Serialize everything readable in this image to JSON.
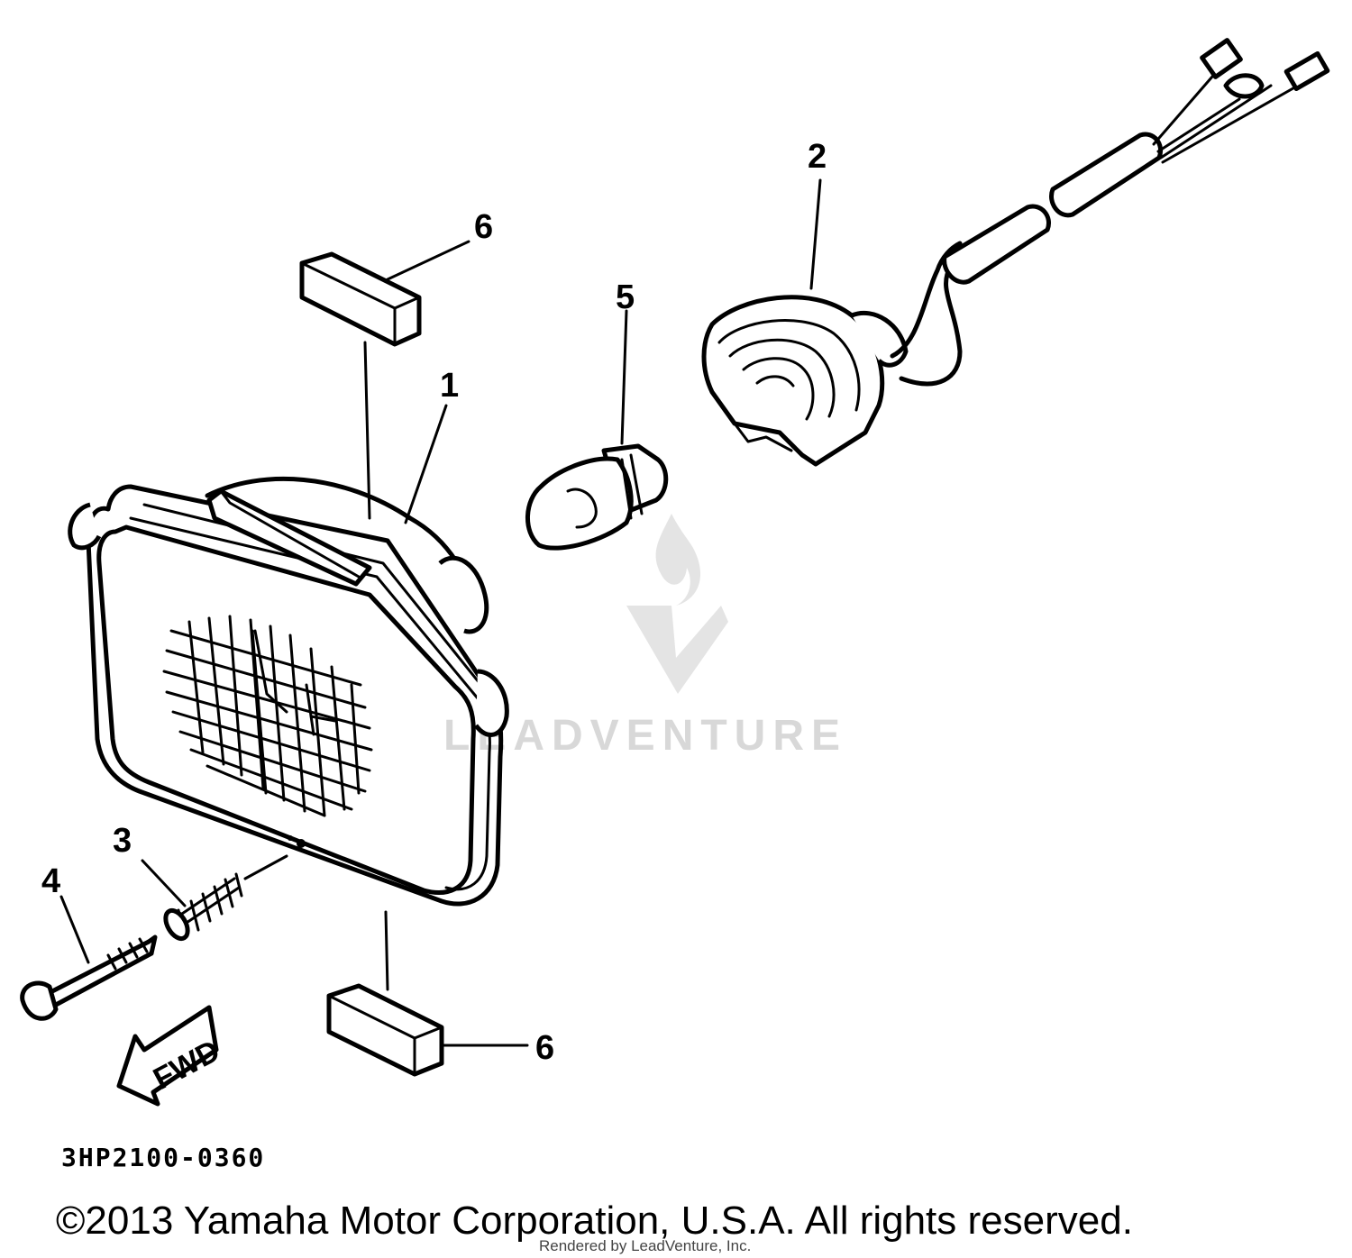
{
  "diagram": {
    "callouts": [
      "1",
      "2",
      "3",
      "4",
      "5",
      "6",
      "6"
    ],
    "arrow_label": "FWD",
    "drawing_code": "3HP2100-0360",
    "copyright": "©2013 Yamaha Motor Corporation, U.S.A. All rights reserved.",
    "watermark": {
      "brand": "LEADVENTURE",
      "rendered_by": "Rendered by LeadVenture, Inc."
    }
  }
}
